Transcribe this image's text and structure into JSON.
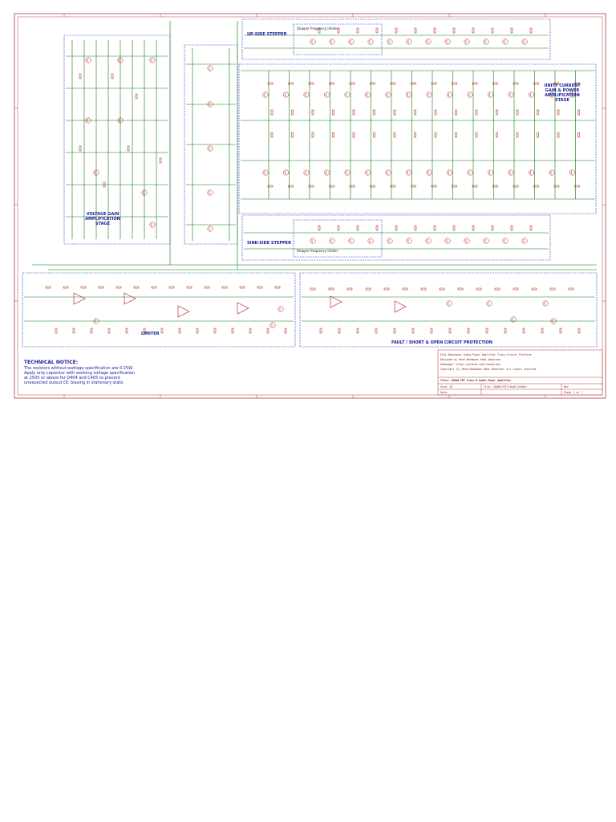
{
  "sheet": {
    "border_color": "#b03a3a",
    "wire_color": "#0a7a0a",
    "block_color": "#2030c0",
    "part_color": "#b01010"
  },
  "blocks": {
    "up_side_stepper": "UP-SIDE STEPPER",
    "sink_side_stepper": "SINK-SIDE STEPPER",
    "unity_current": "UNITY CURRENT GAIN & POWER AMPLIFICATION STAGE",
    "voltage_gain": "VOLTAGE GAIN AMPLIFICATION STAGE",
    "limiter": "LIMITER",
    "fault": "FAULT / SHORT & OPEN CIRCUIT PROTECTION",
    "stepper_freq_1": "Stepper frequency limiter",
    "stepper_freq_2": "Stepper frequency limiter"
  },
  "technical_notice": {
    "title": "TECHNICAL NOTICE:",
    "lines": [
      "The resistors without wattage specification are 0.25W.",
      "Apply only capacitor with working voltage specification",
      "at   250V  or above for D404 and C405 to prevent",
      "unexpected output DC biasing in stationary state."
    ]
  },
  "title_block": {
    "line1": "ECGs Dominguez Audio Power Amplifier Class-Circuit Platform",
    "line2": "Designed by Rena Rahmawan Hadi Soekrano",
    "line3": "Homepage: https://github.com/rhsoekrano",
    "line4": "Copyright (C) Rena Rahmawan Hadi Soekrano. All rights reserved.",
    "title": "Title: 2500W FET Class-H Audio Power Amplifier",
    "size": "Size: A3",
    "rev": "Rev",
    "date": "Date:",
    "sheet": "Sheet 1 of 1",
    "file": "File: 2500W-FETClassH.SchDoc"
  }
}
